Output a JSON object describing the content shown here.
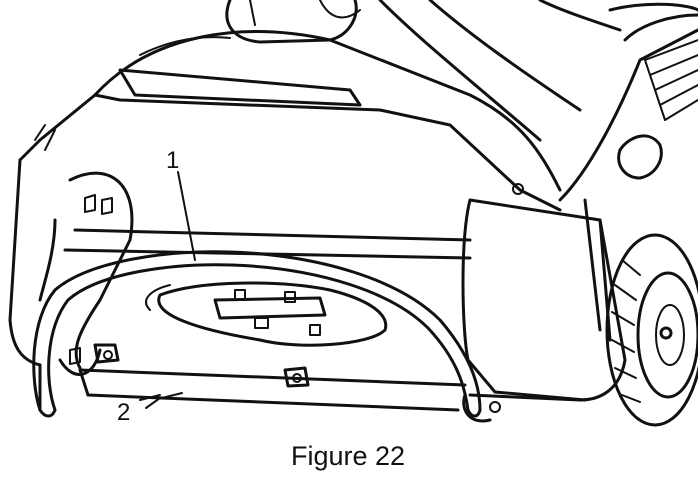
{
  "figure": {
    "callouts": [
      {
        "number": "1"
      },
      {
        "number": "2"
      }
    ],
    "caption": "Figure 22"
  }
}
